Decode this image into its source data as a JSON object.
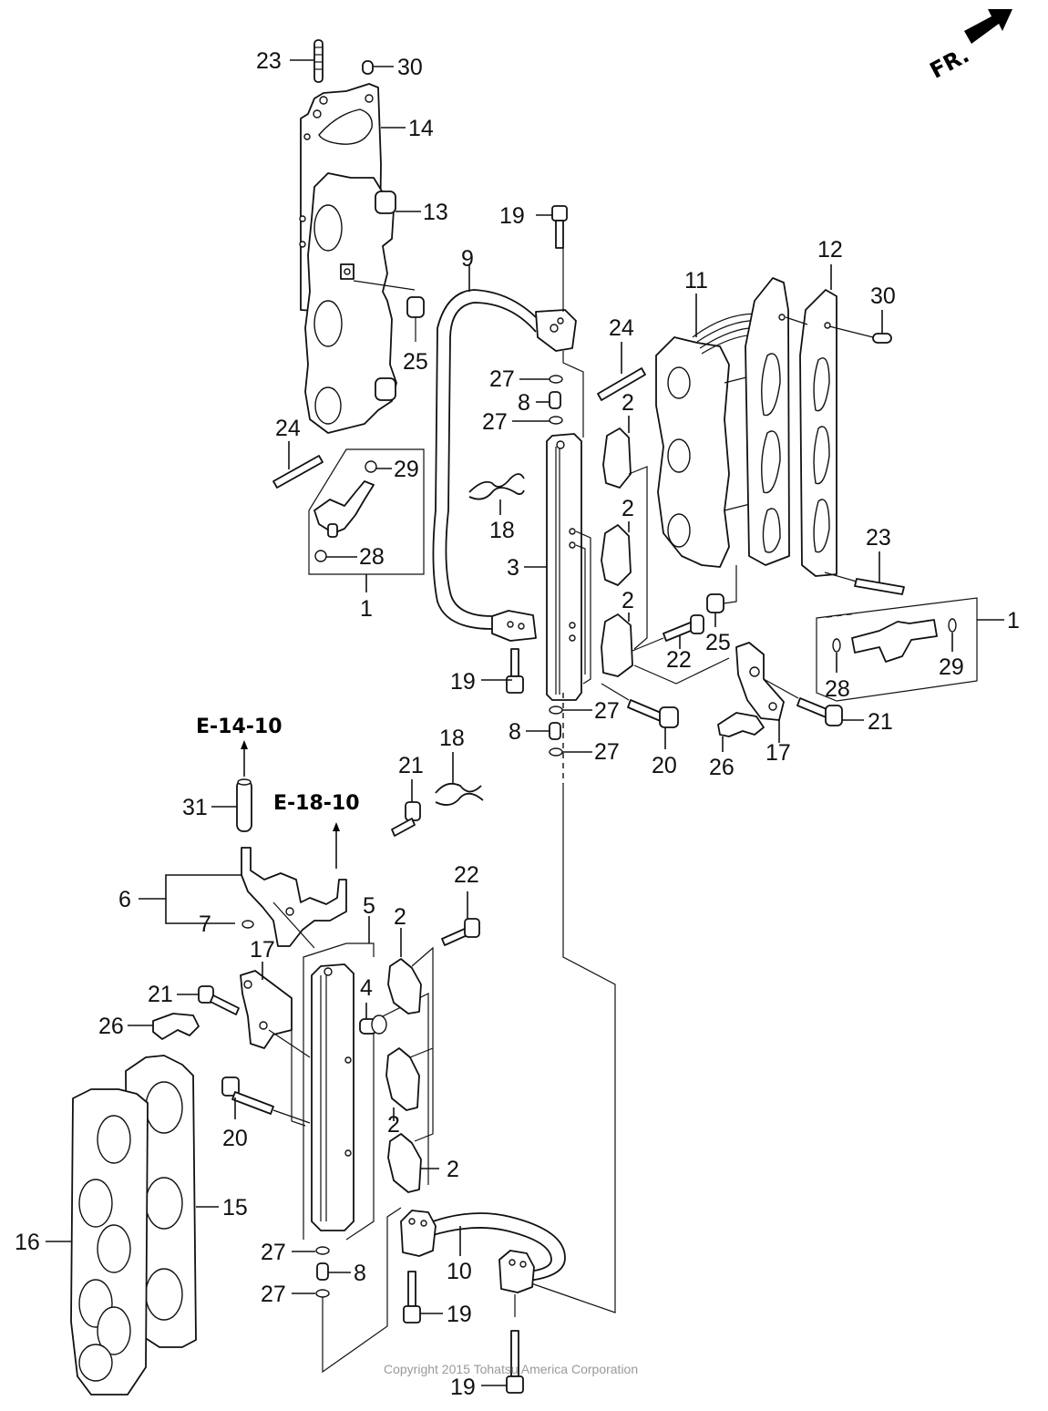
{
  "diagram": {
    "type": "exploded-parts-diagram",
    "direction_marker": "FR.",
    "copyright": "Copyright 2015 Tohatsu America Corporation",
    "cross_references": [
      {
        "id": "ref-a",
        "text": "E-14-10"
      },
      {
        "id": "ref-b",
        "text": "E-18-10"
      }
    ],
    "callouts": [
      {
        "id": "c23a",
        "text": "23"
      },
      {
        "id": "c30a",
        "text": "30"
      },
      {
        "id": "c14",
        "text": "14"
      },
      {
        "id": "c13",
        "text": "13"
      },
      {
        "id": "c25a",
        "text": "25"
      },
      {
        "id": "c24a",
        "text": "24"
      },
      {
        "id": "c29a",
        "text": "29"
      },
      {
        "id": "c28a",
        "text": "28"
      },
      {
        "id": "c1a",
        "text": "1"
      },
      {
        "id": "c19a",
        "text": "19"
      },
      {
        "id": "c9",
        "text": "9"
      },
      {
        "id": "c27a",
        "text": "27"
      },
      {
        "id": "c8a",
        "text": "8"
      },
      {
        "id": "c27b",
        "text": "27"
      },
      {
        "id": "c18a",
        "text": "18"
      },
      {
        "id": "c3",
        "text": "3"
      },
      {
        "id": "c19b",
        "text": "19"
      },
      {
        "id": "c27c",
        "text": "27"
      },
      {
        "id": "c8b",
        "text": "8"
      },
      {
        "id": "c27d",
        "text": "27"
      },
      {
        "id": "c24b",
        "text": "24"
      },
      {
        "id": "c11",
        "text": "11"
      },
      {
        "id": "c12",
        "text": "12"
      },
      {
        "id": "c30b",
        "text": "30"
      },
      {
        "id": "c2a",
        "text": "2"
      },
      {
        "id": "c2b",
        "text": "2"
      },
      {
        "id": "c2c",
        "text": "2"
      },
      {
        "id": "c23b",
        "text": "23"
      },
      {
        "id": "c1b",
        "text": "1"
      },
      {
        "id": "c28b",
        "text": "28"
      },
      {
        "id": "c29b",
        "text": "29"
      },
      {
        "id": "c22a",
        "text": "22"
      },
      {
        "id": "c25b",
        "text": "25"
      },
      {
        "id": "c20a",
        "text": "20"
      },
      {
        "id": "c26a",
        "text": "26"
      },
      {
        "id": "c17a",
        "text": "17"
      },
      {
        "id": "c21a",
        "text": "21"
      },
      {
        "id": "c31",
        "text": "31"
      },
      {
        "id": "c21b",
        "text": "21"
      },
      {
        "id": "c18b",
        "text": "18"
      },
      {
        "id": "c6",
        "text": "6"
      },
      {
        "id": "c7",
        "text": "7"
      },
      {
        "id": "c22b",
        "text": "22"
      },
      {
        "id": "c5",
        "text": "5"
      },
      {
        "id": "c2d",
        "text": "2"
      },
      {
        "id": "c17b",
        "text": "17"
      },
      {
        "id": "c21c",
        "text": "21"
      },
      {
        "id": "c4",
        "text": "4"
      },
      {
        "id": "c26b",
        "text": "26"
      },
      {
        "id": "c2e",
        "text": "2"
      },
      {
        "id": "c2f",
        "text": "2"
      },
      {
        "id": "c20b",
        "text": "20"
      },
      {
        "id": "c15",
        "text": "15"
      },
      {
        "id": "c16",
        "text": "16"
      },
      {
        "id": "c10",
        "text": "10"
      },
      {
        "id": "c27e",
        "text": "27"
      },
      {
        "id": "c8c",
        "text": "8"
      },
      {
        "id": "c27f",
        "text": "27"
      },
      {
        "id": "c19c",
        "text": "19"
      },
      {
        "id": "c19d",
        "text": "19"
      }
    ]
  }
}
